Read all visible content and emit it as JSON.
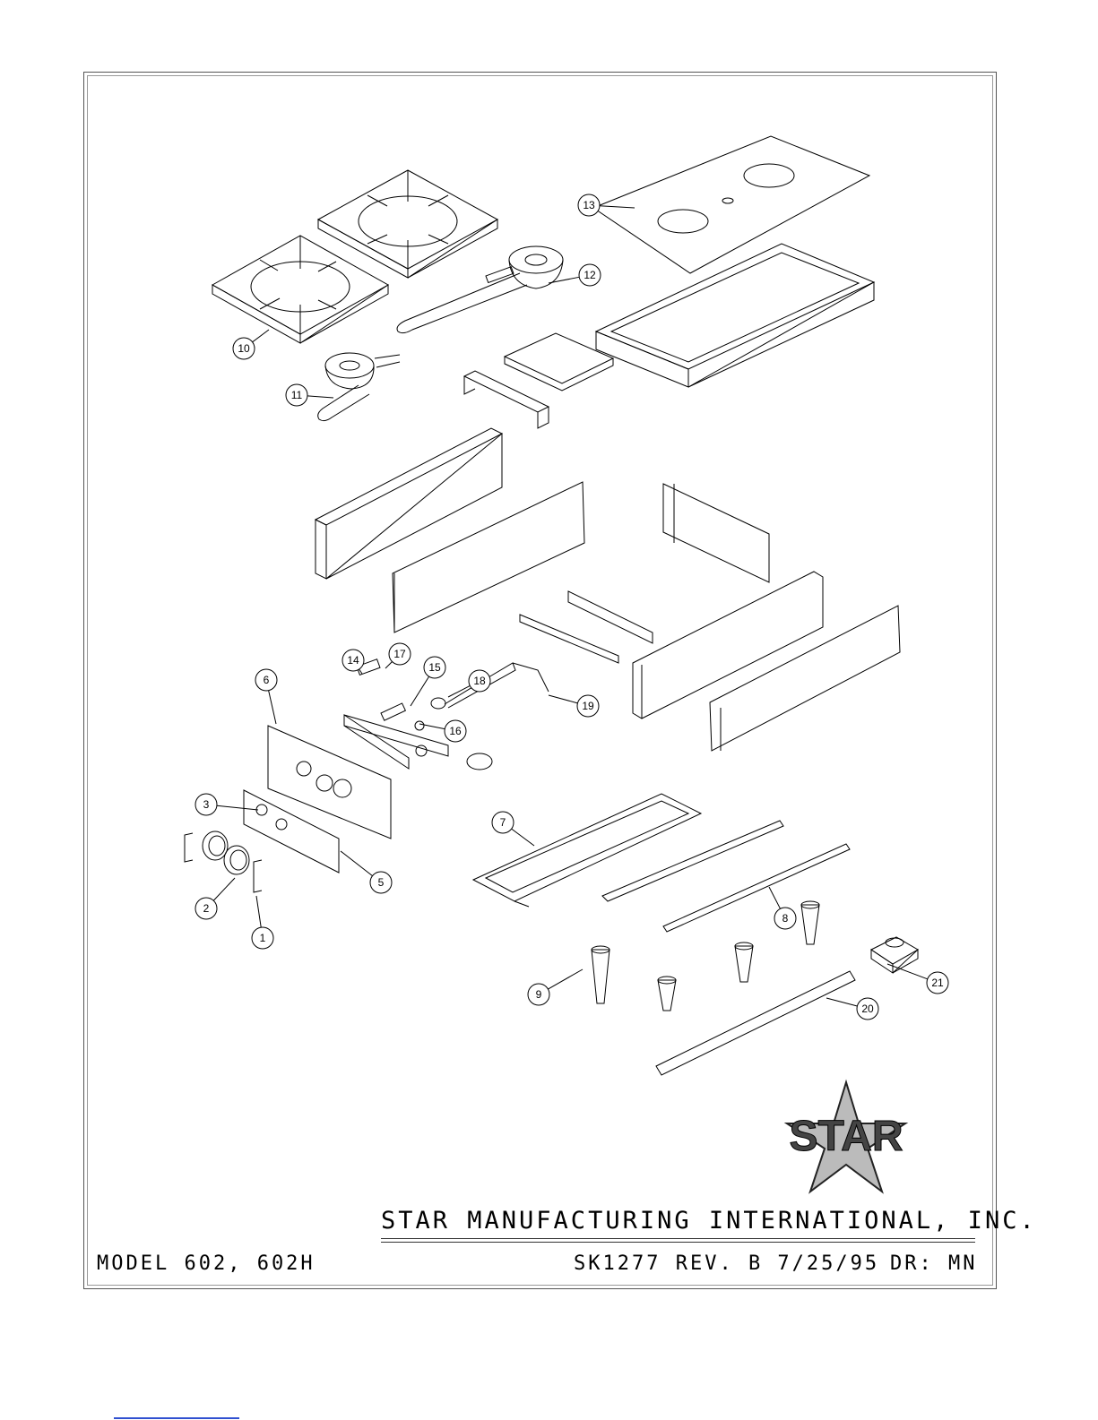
{
  "title_block": {
    "company": "STAR MANUFACTURING INTERNATIONAL, INC.",
    "model": "MODEL 602, 602H",
    "drawing_ref": "SK1277 REV. B 7/25/95",
    "drawn_by": "DR: MN"
  },
  "logo": {
    "text": "STAR"
  },
  "callouts": [
    "1",
    "2",
    "3",
    "5",
    "6",
    "7",
    "8",
    "9",
    "10",
    "11",
    "12",
    "13",
    "14",
    "15",
    "16",
    "17",
    "18",
    "19",
    "20",
    "21"
  ],
  "colors": {
    "line": "#000000",
    "frame": "#555555",
    "link": "#3050d0"
  }
}
